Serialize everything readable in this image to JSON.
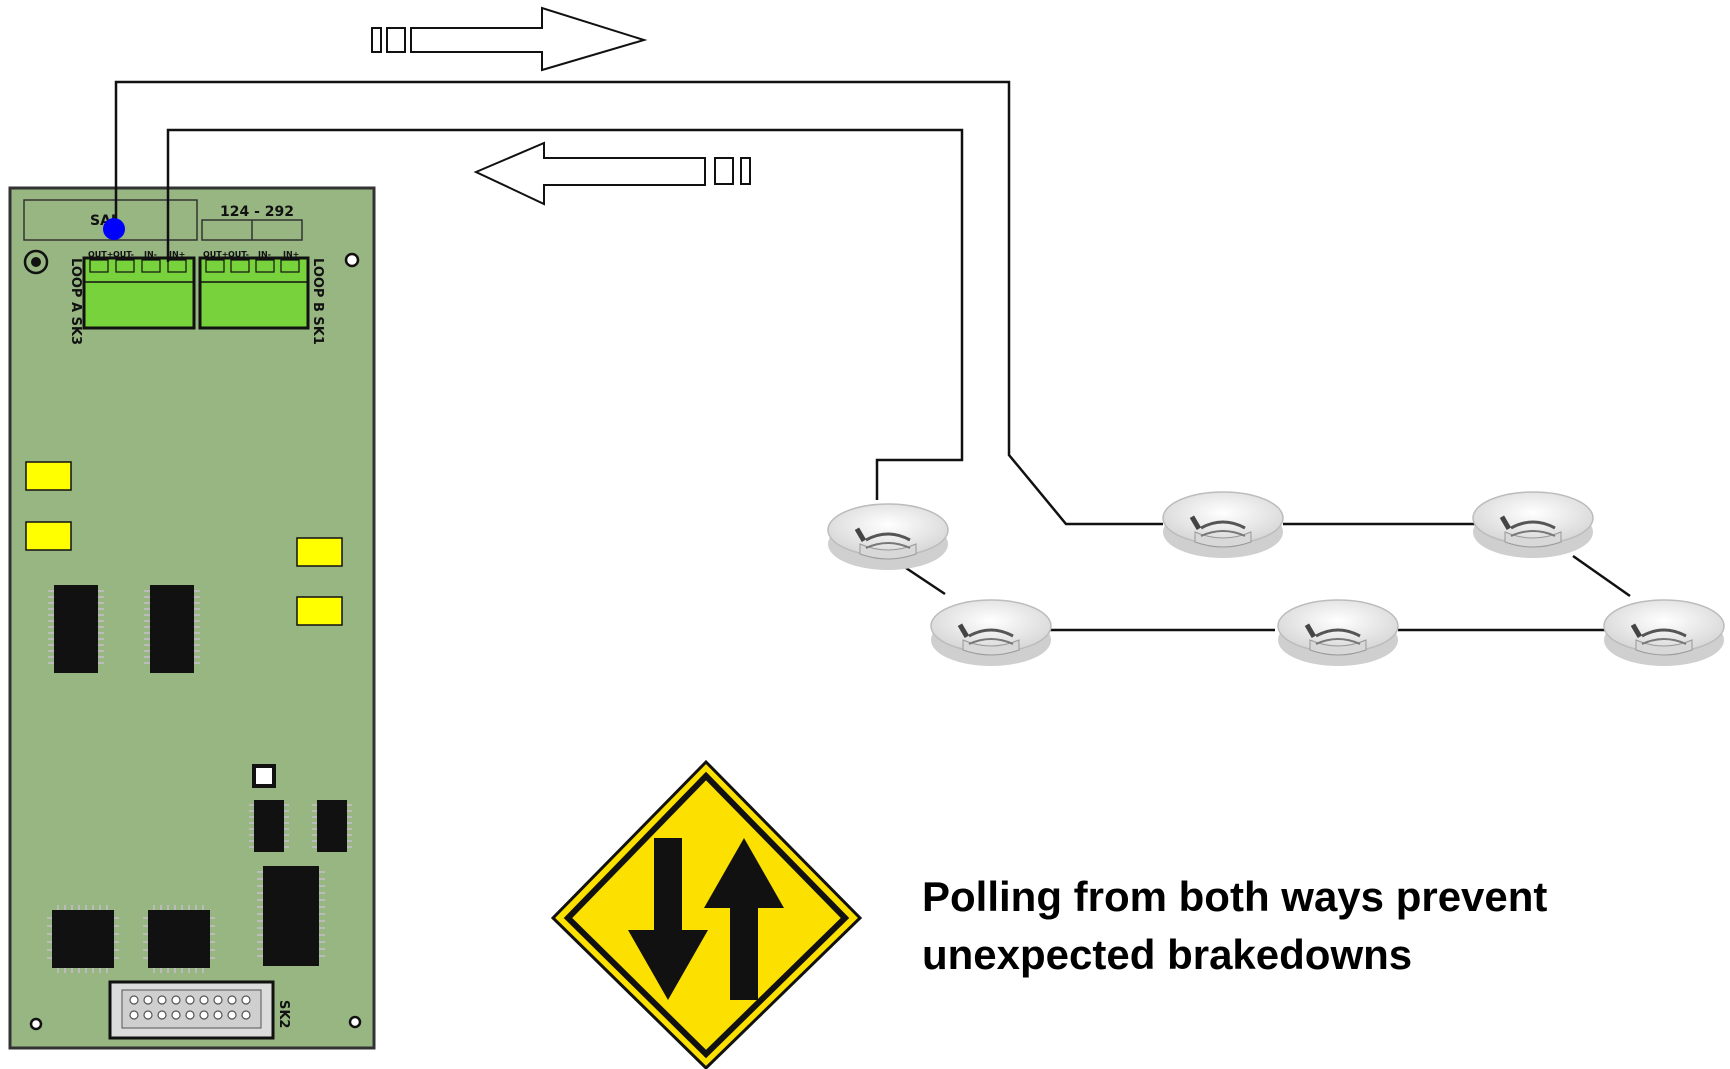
{
  "board": {
    "label_top_left": "SAL",
    "label_top_right": "124 - 292",
    "loop_a": "LOOP A SK3",
    "loop_b": "LOOP B SK1",
    "connector_label": "SK2",
    "terminals_a": [
      "OUT+",
      "OUT-",
      "IN-",
      "IN+"
    ],
    "terminals_b": [
      "OUT+",
      "OUT-",
      "IN-",
      "IN+"
    ]
  },
  "colors": {
    "board": "#97b682",
    "terminal": "#78d23c",
    "led": "#ffff00",
    "marker": "#0000ff",
    "sign": "#fce000"
  },
  "icons": {
    "outgoing_arrow": "right-arrow-icon",
    "incoming_arrow": "left-arrow-icon",
    "detector": "smoke-detector-icon",
    "two_way_sign": "two-way-traffic-sign-icon"
  },
  "caption": {
    "line1": "Polling from both ways prevent",
    "line2": "unexpected brakedowns"
  }
}
